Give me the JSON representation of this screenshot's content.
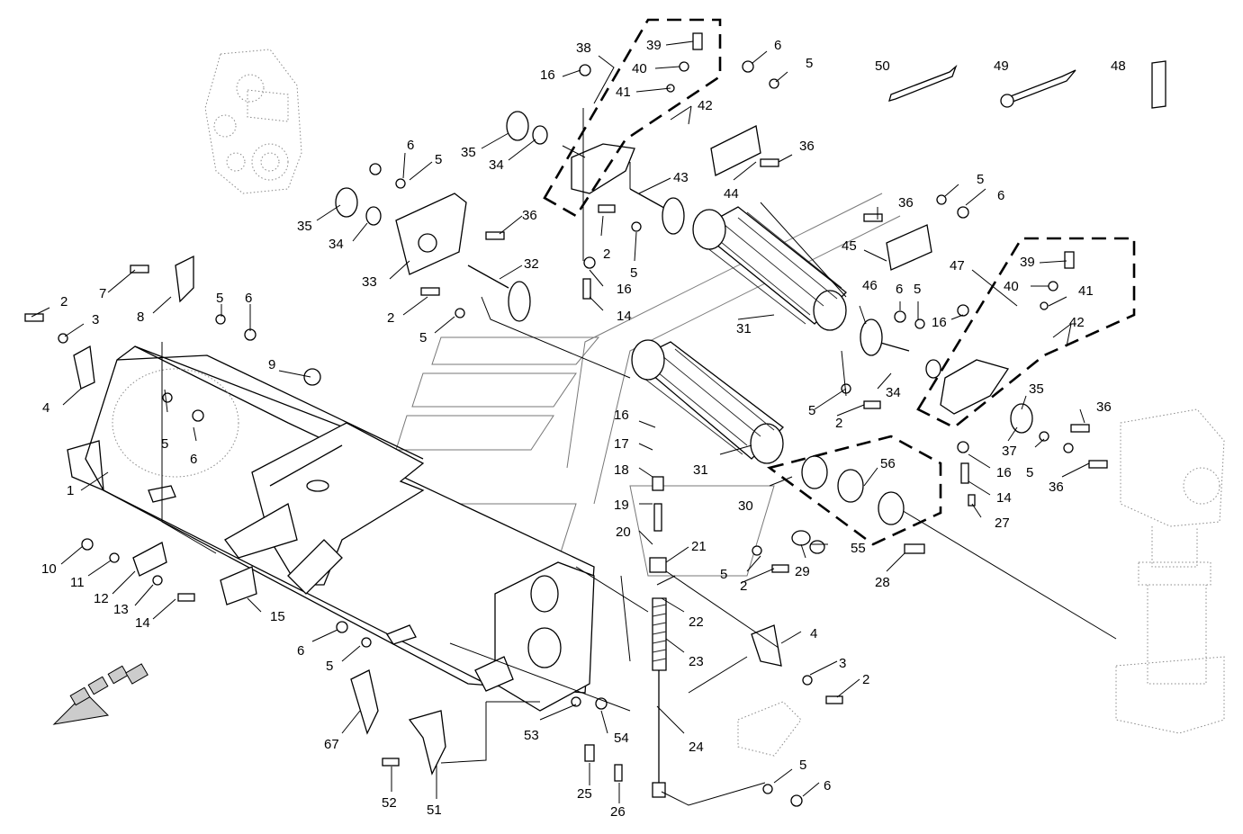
{
  "callouts": {
    "n1": "1",
    "n2": "2",
    "n3": "3",
    "n4": "4",
    "n5": "5",
    "n6": "6",
    "n7": "7",
    "n8": "8",
    "n9": "9",
    "n10": "10",
    "n11": "11",
    "n12": "12",
    "n13": "13",
    "n14": "14",
    "n15": "15",
    "n16": "16",
    "n17": "17",
    "n18": "18",
    "n19": "19",
    "n20": "20",
    "n21": "21",
    "n22": "22",
    "n23": "23",
    "n24": "24",
    "n25": "25",
    "n26": "26",
    "n27": "27",
    "n28": "28",
    "n29": "29",
    "n30": "30",
    "n31": "31",
    "n32": "32",
    "n33": "33",
    "n34": "34",
    "n35": "35",
    "n36": "36",
    "n37": "37",
    "n38": "38",
    "n39": "39",
    "n40": "40",
    "n41": "41",
    "n42": "42",
    "n43": "43",
    "n44": "44",
    "n45": "45",
    "n46": "46",
    "n47": "47",
    "n48": "48",
    "n49": "49",
    "n50": "50",
    "n51": "51",
    "n52": "52",
    "n53": "53",
    "n54": "54",
    "n55": "55",
    "n56": "56",
    "n67": "67"
  },
  "colors": {
    "line": "#000000",
    "ghost": "#777777",
    "arrow": "#cccccc"
  }
}
